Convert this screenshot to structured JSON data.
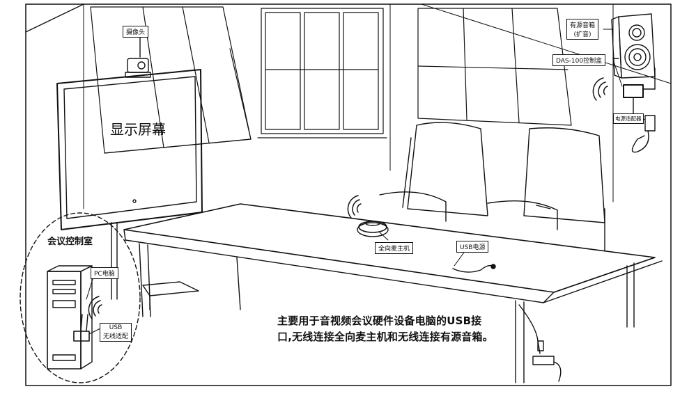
{
  "labels": {
    "camera": "摄像头",
    "screen": "显示屏幕",
    "control_room": "会议控制室",
    "pc": "PC电脑",
    "usb_wireless_line1": "USB",
    "usb_wireless_line2": "无线适配",
    "speaker_line1": "有源音箱",
    "speaker_line2": "(扩音)",
    "das_box": "DAS-100控制盒",
    "power_adapter": "电源适配器",
    "mic_host": "全向麦主机",
    "usb_power": "USB电源"
  },
  "caption": {
    "line1": "主要用于音视频会议硬件设备电脑的USB接",
    "line2": "口,无线连接全向麦主机和无线连接有源音箱。"
  }
}
